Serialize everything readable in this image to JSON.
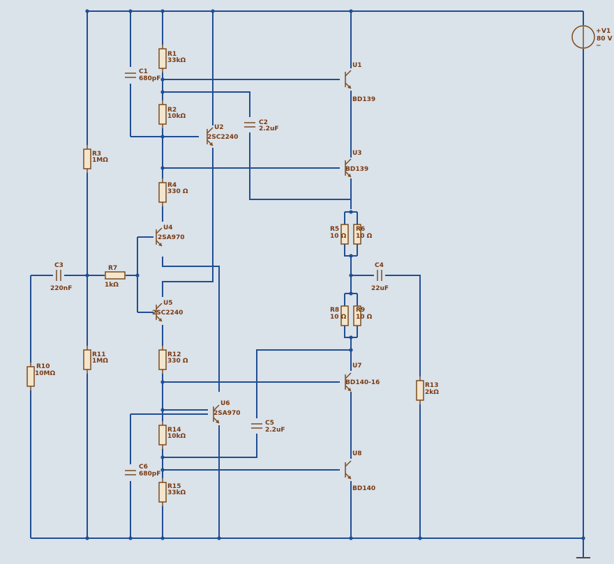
{
  "components": {
    "V1": {
      "ref": "V1",
      "value": "80 V"
    },
    "R1": {
      "ref": "R1",
      "value": "33kΩ"
    },
    "R2": {
      "ref": "R2",
      "value": "10kΩ"
    },
    "R3": {
      "ref": "R3",
      "value": "1MΩ"
    },
    "R4": {
      "ref": "R4",
      "value": "330 Ω"
    },
    "R5": {
      "ref": "R5",
      "value": "10 Ω"
    },
    "R6": {
      "ref": "R6",
      "value": "10 Ω"
    },
    "R7": {
      "ref": "R7",
      "value": "1kΩ"
    },
    "R8": {
      "ref": "R8",
      "value": "10 Ω"
    },
    "R9": {
      "ref": "R9",
      "value": "10 Ω"
    },
    "R10": {
      "ref": "R10",
      "value": "10MΩ"
    },
    "R11": {
      "ref": "R11",
      "value": "1MΩ"
    },
    "R12": {
      "ref": "R12",
      "value": "330 Ω"
    },
    "R13": {
      "ref": "R13",
      "value": "2kΩ"
    },
    "R14": {
      "ref": "R14",
      "value": "10kΩ"
    },
    "R15": {
      "ref": "R15",
      "value": "33kΩ"
    },
    "C1": {
      "ref": "C1",
      "value": "680pF"
    },
    "C2": {
      "ref": "C2",
      "value": "2.2uF"
    },
    "C3": {
      "ref": "C3",
      "value": "220nF"
    },
    "C4": {
      "ref": "C4",
      "value": "22uF"
    },
    "C5": {
      "ref": "C5",
      "value": "2.2uF"
    },
    "C6": {
      "ref": "C6",
      "value": "680pF"
    },
    "U1": {
      "ref": "U1",
      "value": "BD139"
    },
    "U2": {
      "ref": "U2",
      "value": "2SC2240"
    },
    "U3": {
      "ref": "U3",
      "value": "BD139"
    },
    "U4": {
      "ref": "U4",
      "value": "2SA970"
    },
    "U5": {
      "ref": "U5",
      "value": "2SC2240"
    },
    "U6": {
      "ref": "U6",
      "value": "2SA970"
    },
    "U7": {
      "ref": "U7",
      "value": "BD140-16"
    },
    "U8": {
      "ref": "U8",
      "value": "BD140"
    }
  },
  "colors": {
    "background": "#dae2ea",
    "wire": "#1f4e93",
    "component": "#7a4a1e",
    "label": "#7a3a10"
  }
}
